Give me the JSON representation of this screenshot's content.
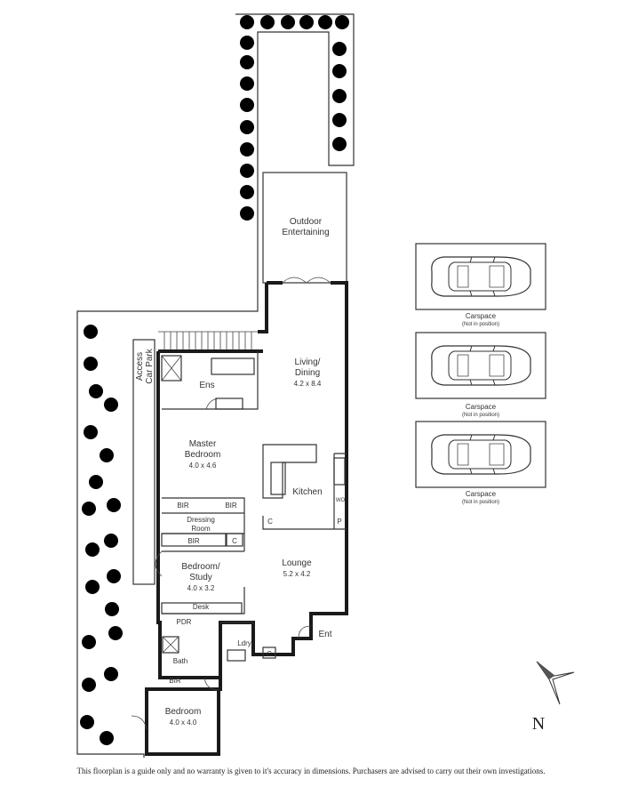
{
  "rooms": {
    "outdoor": {
      "line1": "Outdoor",
      "line2": "Entertaining"
    },
    "living": {
      "line1": "Living/",
      "line2": "Dining",
      "dims": "4.2 x 8.4"
    },
    "ensuite": "Ens",
    "master": {
      "line1": "Master",
      "line2": "Bedroom",
      "dims": "4.0 x 4.6"
    },
    "kitchen": "Kitchen",
    "dressing": {
      "line1": "Dressing",
      "line2": "Room"
    },
    "bedroom_study": {
      "line1": "Bedroom/",
      "line2": "Study",
      "dims": "4.0 x 3.2"
    },
    "lounge": {
      "line1": "Lounge",
      "dims": "5.2 x 4.2"
    },
    "desk": "Desk",
    "pdr": "PDR",
    "bath": "Bath",
    "laundry": "Ldry",
    "entry": "Ent",
    "bedroom": {
      "line1": "Bedroom",
      "dims": "4.0 x 4.0"
    },
    "access": {
      "line1": "Access",
      "line2": "Car Park"
    },
    "bir": "BIR",
    "c": "C",
    "p": "P",
    "wo": "WO"
  },
  "carspaces": [
    {
      "label": "Carspace",
      "note": "(Not in position)"
    },
    {
      "label": "Carspace",
      "note": "(Not in position)"
    },
    {
      "label": "Carspace",
      "note": "(Not in position)"
    }
  ],
  "compass": {
    "label": "N"
  },
  "disclaimer": "This floorplan is a guide only and no warranty is given to it's accuracy in dimensions. Purchasers are advised to carry out their own investigations."
}
